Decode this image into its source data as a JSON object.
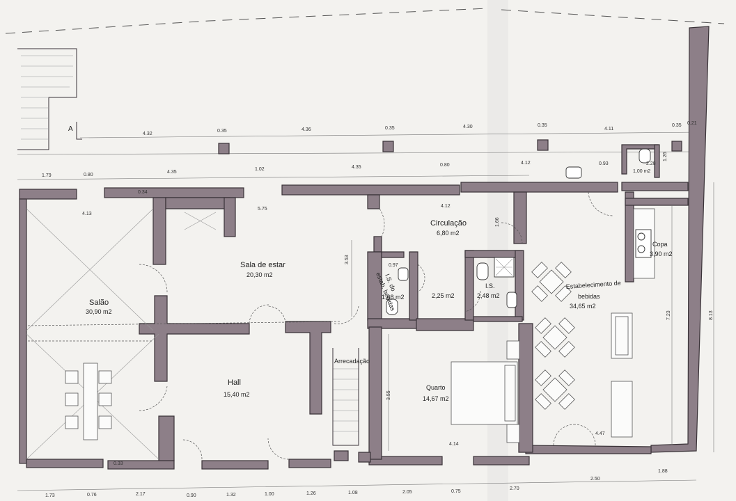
{
  "rooms": {
    "salao": {
      "name": "Salão",
      "area": "30,90 m2"
    },
    "sala_estar": {
      "name": "Sala de estar",
      "area": "20,30 m2"
    },
    "hall": {
      "name": "Hall",
      "area": "15,40 m2"
    },
    "arrecadacao": {
      "name": "Arrecadação"
    },
    "circulacao": {
      "name": "Circulação",
      "area": "6,80 m2"
    },
    "is_estab": {
      "name_1": "I.S. do",
      "name_2": "estab. bebidas",
      "area": "1,68 m2"
    },
    "unnamed_small": {
      "area": "2,25 m2"
    },
    "is": {
      "name": "I.S.",
      "area": "2,48 m2"
    },
    "quarto": {
      "name": "Quarto",
      "area": "14,67 m2"
    },
    "copa": {
      "name": "Copa",
      "area": "3,90 m2"
    },
    "estab": {
      "name_1": "Estabelecimento de",
      "name_2": "bebidas",
      "area": "34,65 m2"
    },
    "wc_ext": {
      "area": "1,00 m2"
    }
  },
  "section_marker": "A",
  "dims": {
    "top_1": "4.32",
    "top_2": "0.35",
    "top_3": "4.36",
    "top_4": "0.35",
    "top_5": "4.30",
    "top_6": "0.35",
    "top_7": "4.11",
    "top_8": "0.35",
    "top_9": "0.21",
    "mid_1": "1.79",
    "mid_2": "0.80",
    "mid_3": "4.35",
    "mid_4": "1.02",
    "mid_5": "4.35",
    "mid_6": "0.80",
    "mid_7": "4.12",
    "mid_8": "0.93",
    "mid_9": "2.28",
    "mid_10": "1.26",
    "int_1": "0.34",
    "int_2": "4.13",
    "int_3": "5.75",
    "int_4": "4.12",
    "int_5": "1.66",
    "int_6": "3.53",
    "int_7": "0.97",
    "int_8": "3.55",
    "int_9": "4.14",
    "int_10": "7.23",
    "int_11": "8.13",
    "int_12": "4.47",
    "int_13": "0.33",
    "bot_1": "1.73",
    "bot_2": "0.76",
    "bot_3": "2.17",
    "bot_4": "0.90",
    "bot_5": "1.32",
    "bot_6": "1.00",
    "bot_7": "1.26",
    "bot_8": "1.08",
    "bot_9": "2.05",
    "bot_10": "0.75",
    "bot_11": "2.70",
    "bot_12": "2.50",
    "bot_13": "1.88"
  }
}
